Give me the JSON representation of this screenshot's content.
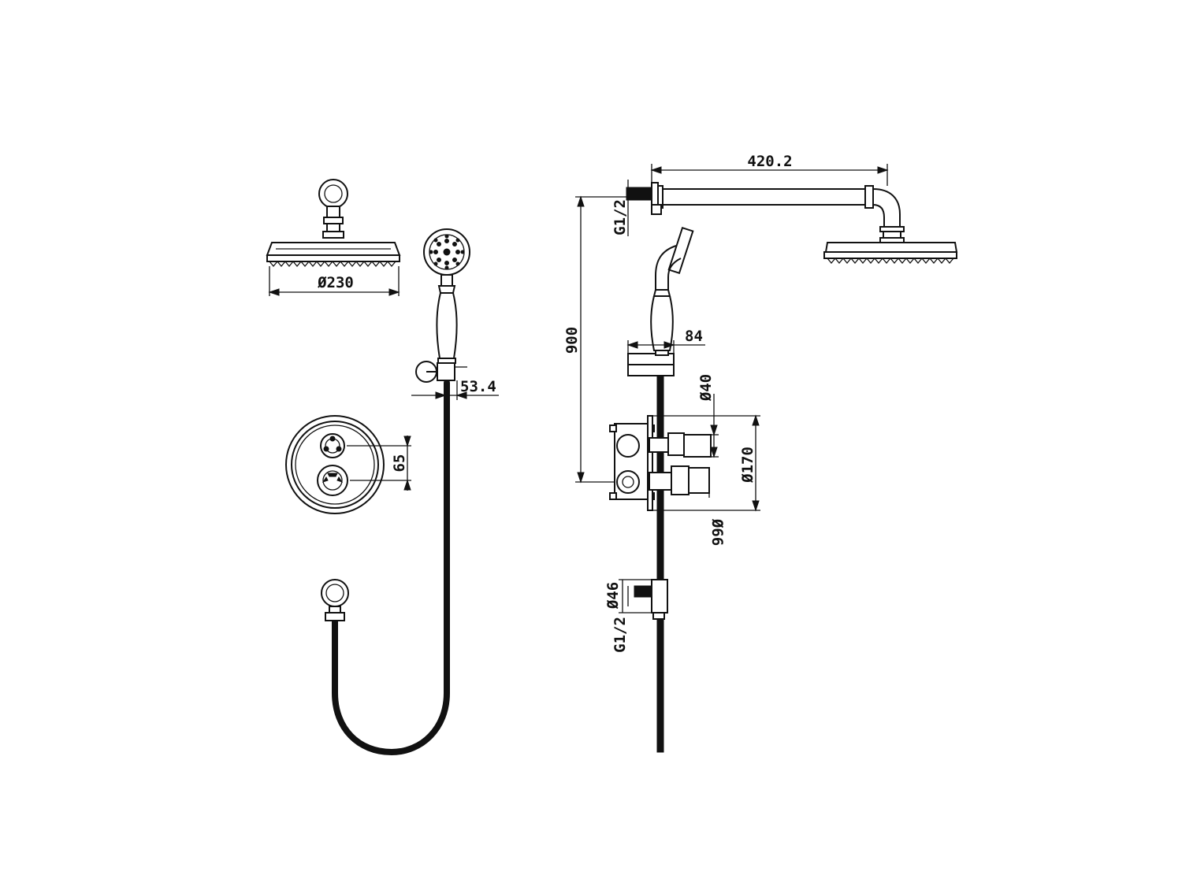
{
  "dimensions": {
    "head_diameter": "Ø230",
    "holder_offset": "53.4",
    "knob_spacing": "65",
    "arm_length": "420.2",
    "inlet_top": "G1/2",
    "overall_height": "900",
    "holder_width": "84",
    "knob_diameter_top": "Ø40",
    "plate_diameter": "Ø170",
    "knob_diameter_bottom": "Ø66",
    "outlet_diameter": "Ø46",
    "inlet_bottom": "G1/2"
  },
  "colors": {
    "line": "#111111",
    "background": "#ffffff"
  }
}
